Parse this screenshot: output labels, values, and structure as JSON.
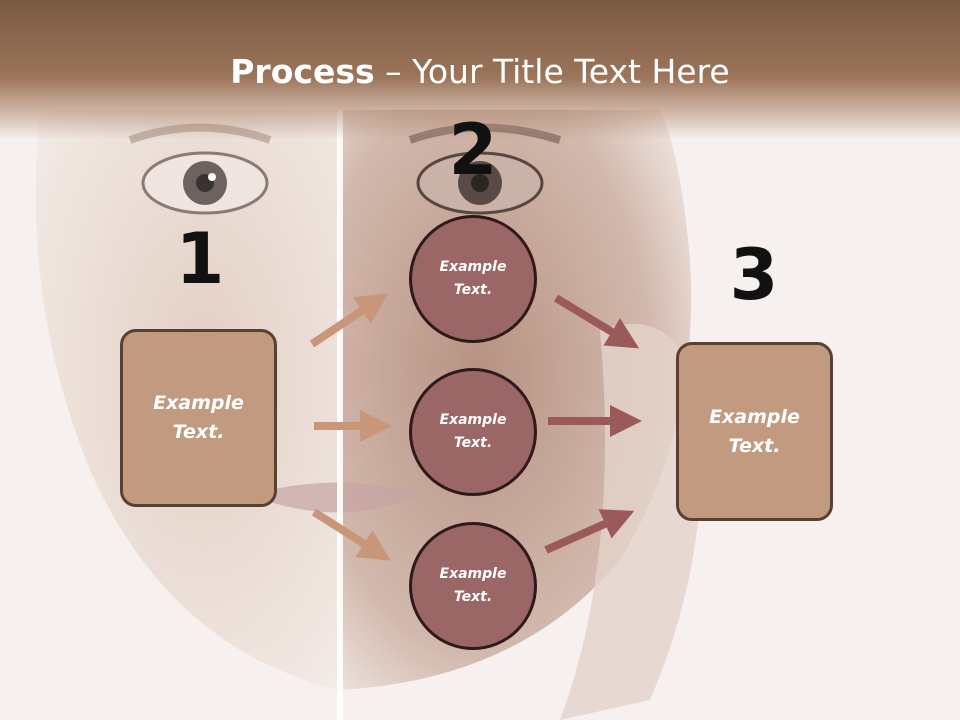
{
  "title": {
    "bold": "Process",
    "rest": " – Your Title Text Here"
  },
  "steps": [
    {
      "number": "1",
      "label": "Example Text."
    },
    {
      "number": "2",
      "label": "Example Text."
    },
    {
      "number": "3",
      "label": "Example Text."
    }
  ],
  "circles": [
    {
      "label": "Example Text."
    },
    {
      "label": "Example Text."
    },
    {
      "label": "Example Text."
    }
  ],
  "colors": {
    "title_bar": "#8a664d",
    "box_fill": "#c29a80",
    "circle_fill": "#9a6666",
    "arrow_left": "#c9967a",
    "arrow_right": "#9a5a5a"
  }
}
